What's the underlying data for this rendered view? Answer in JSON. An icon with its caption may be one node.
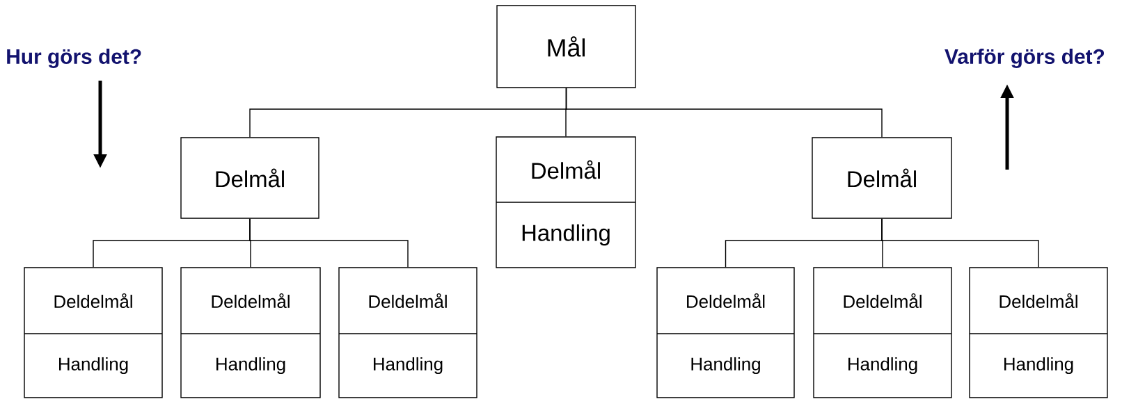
{
  "diagram": {
    "nodes": [
      {
        "text": [
          "Mål"
        ]
      },
      {
        "text": [
          "Delmål"
        ]
      },
      {
        "text": [
          "Delmål",
          "Handling"
        ]
      },
      {
        "text": [
          "Delmål"
        ]
      },
      {
        "text": [
          "Deldelmål",
          "Handling"
        ]
      },
      {
        "text": [
          "Deldelmål",
          "Handling"
        ]
      },
      {
        "text": [
          "Deldelmål",
          "Handling"
        ]
      },
      {
        "text": [
          "Deldelmål",
          "Handling"
        ]
      },
      {
        "text": [
          "Deldelmål",
          "Handling"
        ]
      },
      {
        "text": [
          "Deldelmål",
          "Handling"
        ]
      }
    ],
    "edges": [
      {
        "from": 0,
        "to": 1,
        "arrow": "none"
      },
      {
        "from": 0,
        "to": 2,
        "arrow": "none"
      },
      {
        "from": 0,
        "to": 3,
        "arrow": "none"
      },
      {
        "from": 1,
        "to": 4,
        "arrow": "none"
      },
      {
        "from": 1,
        "to": 5,
        "arrow": "none"
      },
      {
        "from": 1,
        "to": 6,
        "arrow": "none"
      },
      {
        "from": 3,
        "to": 7,
        "arrow": "none"
      },
      {
        "from": 3,
        "to": 8,
        "arrow": "none"
      },
      {
        "from": 3,
        "to": 9,
        "arrow": "none"
      }
    ],
    "labels": [
      "Hur görs det?",
      "Varför görs det?"
    ]
  }
}
